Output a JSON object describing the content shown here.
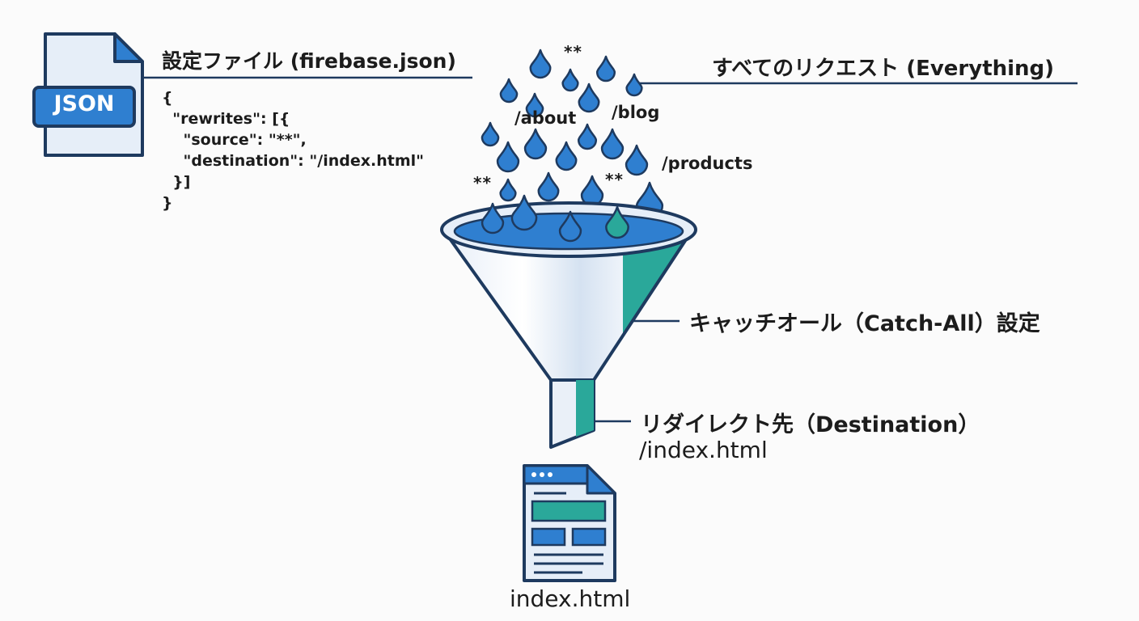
{
  "json_badge": "JSON",
  "config_title": "設定ファイル (firebase.json)",
  "code_lines": [
    "{",
    "  \"rewrites\": [{",
    "    \"source\": \"**\",",
    "    \"destination\": \"/index.html\"",
    "  }]",
    "}"
  ],
  "all_requests_title": "すべてのリクエスト (Everything)",
  "routes": [
    "/about",
    "/blog",
    "/products"
  ],
  "wildcard": "**",
  "catch_all_label": "キャッチオール（Catch-All）設定",
  "destination_label": "リダイレクト先（Destination）",
  "destination_path": "/index.html",
  "output_file": "index.html",
  "colors": {
    "primary_blue": "#2f7fd0",
    "dark_blue": "#1f5f9e",
    "teal": "#2aa89a",
    "outline": "#1e3a5f",
    "light_fill": "#e6eef8"
  },
  "icons": [
    "json-file-icon",
    "water-drop-icon",
    "funnel-icon",
    "html-page-icon"
  ]
}
